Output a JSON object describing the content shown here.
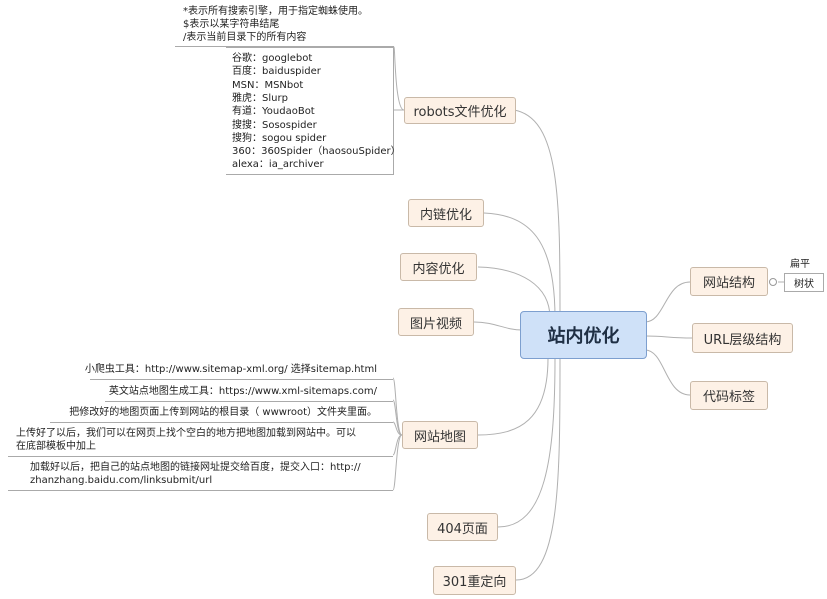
{
  "center": {
    "label": "站内优化"
  },
  "left_nodes": [
    {
      "key": "robots",
      "label": "robots文件优化"
    },
    {
      "key": "neilian",
      "label": "内链优化"
    },
    {
      "key": "neirong",
      "label": "内容优化"
    },
    {
      "key": "tupian",
      "label": "图片视频"
    },
    {
      "key": "ditu",
      "label": "网站地图"
    },
    {
      "key": "p404",
      "label": "404页面"
    },
    {
      "key": "p301",
      "label": "301重定向"
    }
  ],
  "right_nodes": [
    {
      "key": "jiegou",
      "label": "网站结构"
    },
    {
      "key": "url",
      "label": "URL层级结构"
    },
    {
      "key": "daima",
      "label": "代码标签"
    }
  ],
  "robots_notes": [
    "*表示所有搜索引擎，用于指定蜘蛛使用。",
    "$表示以某字符串结尾",
    "/表示当前目录下的所有内容"
  ],
  "spiders": [
    "谷歌：googlebot",
    "百度：baiduspider",
    "MSN：MSNbot",
    "雅虎：Slurp",
    "有道：YoudaoBot",
    "搜搜：Sosospider",
    "搜狗：sogou spider",
    "360：360Spider（haosouSpider）",
    "alexa：ia_archiver"
  ],
  "sitemap_notes": [
    [
      "小爬虫工具：http://www.sitemap-xml.org/ 选择sitemap.html"
    ],
    [
      "英文站点地图生成工具：https://www.xml-sitemaps.com/"
    ],
    [
      "把修改好的地图页面上传到网站的根目录（ wwwroot）文件夹里面。"
    ],
    [
      "上传好了以后，我们可以在网页上找个空白的地方把地图加载到网站中。可以",
      "在底部模板中加上"
    ],
    [
      "加载好以后，把自己的站点地图的链接网址提交给百度，提交入口：http://",
      "zhanzhang.baidu.com/linksubmit/url"
    ]
  ],
  "structure_types": [
    "扁平",
    "树状"
  ],
  "colors": {
    "node_fill": "#fdf1e6",
    "node_border": "#c9b9a8",
    "center_fill": "#cfe1f8",
    "center_border": "#7d9fcf",
    "connector": "#b0b0b0"
  }
}
